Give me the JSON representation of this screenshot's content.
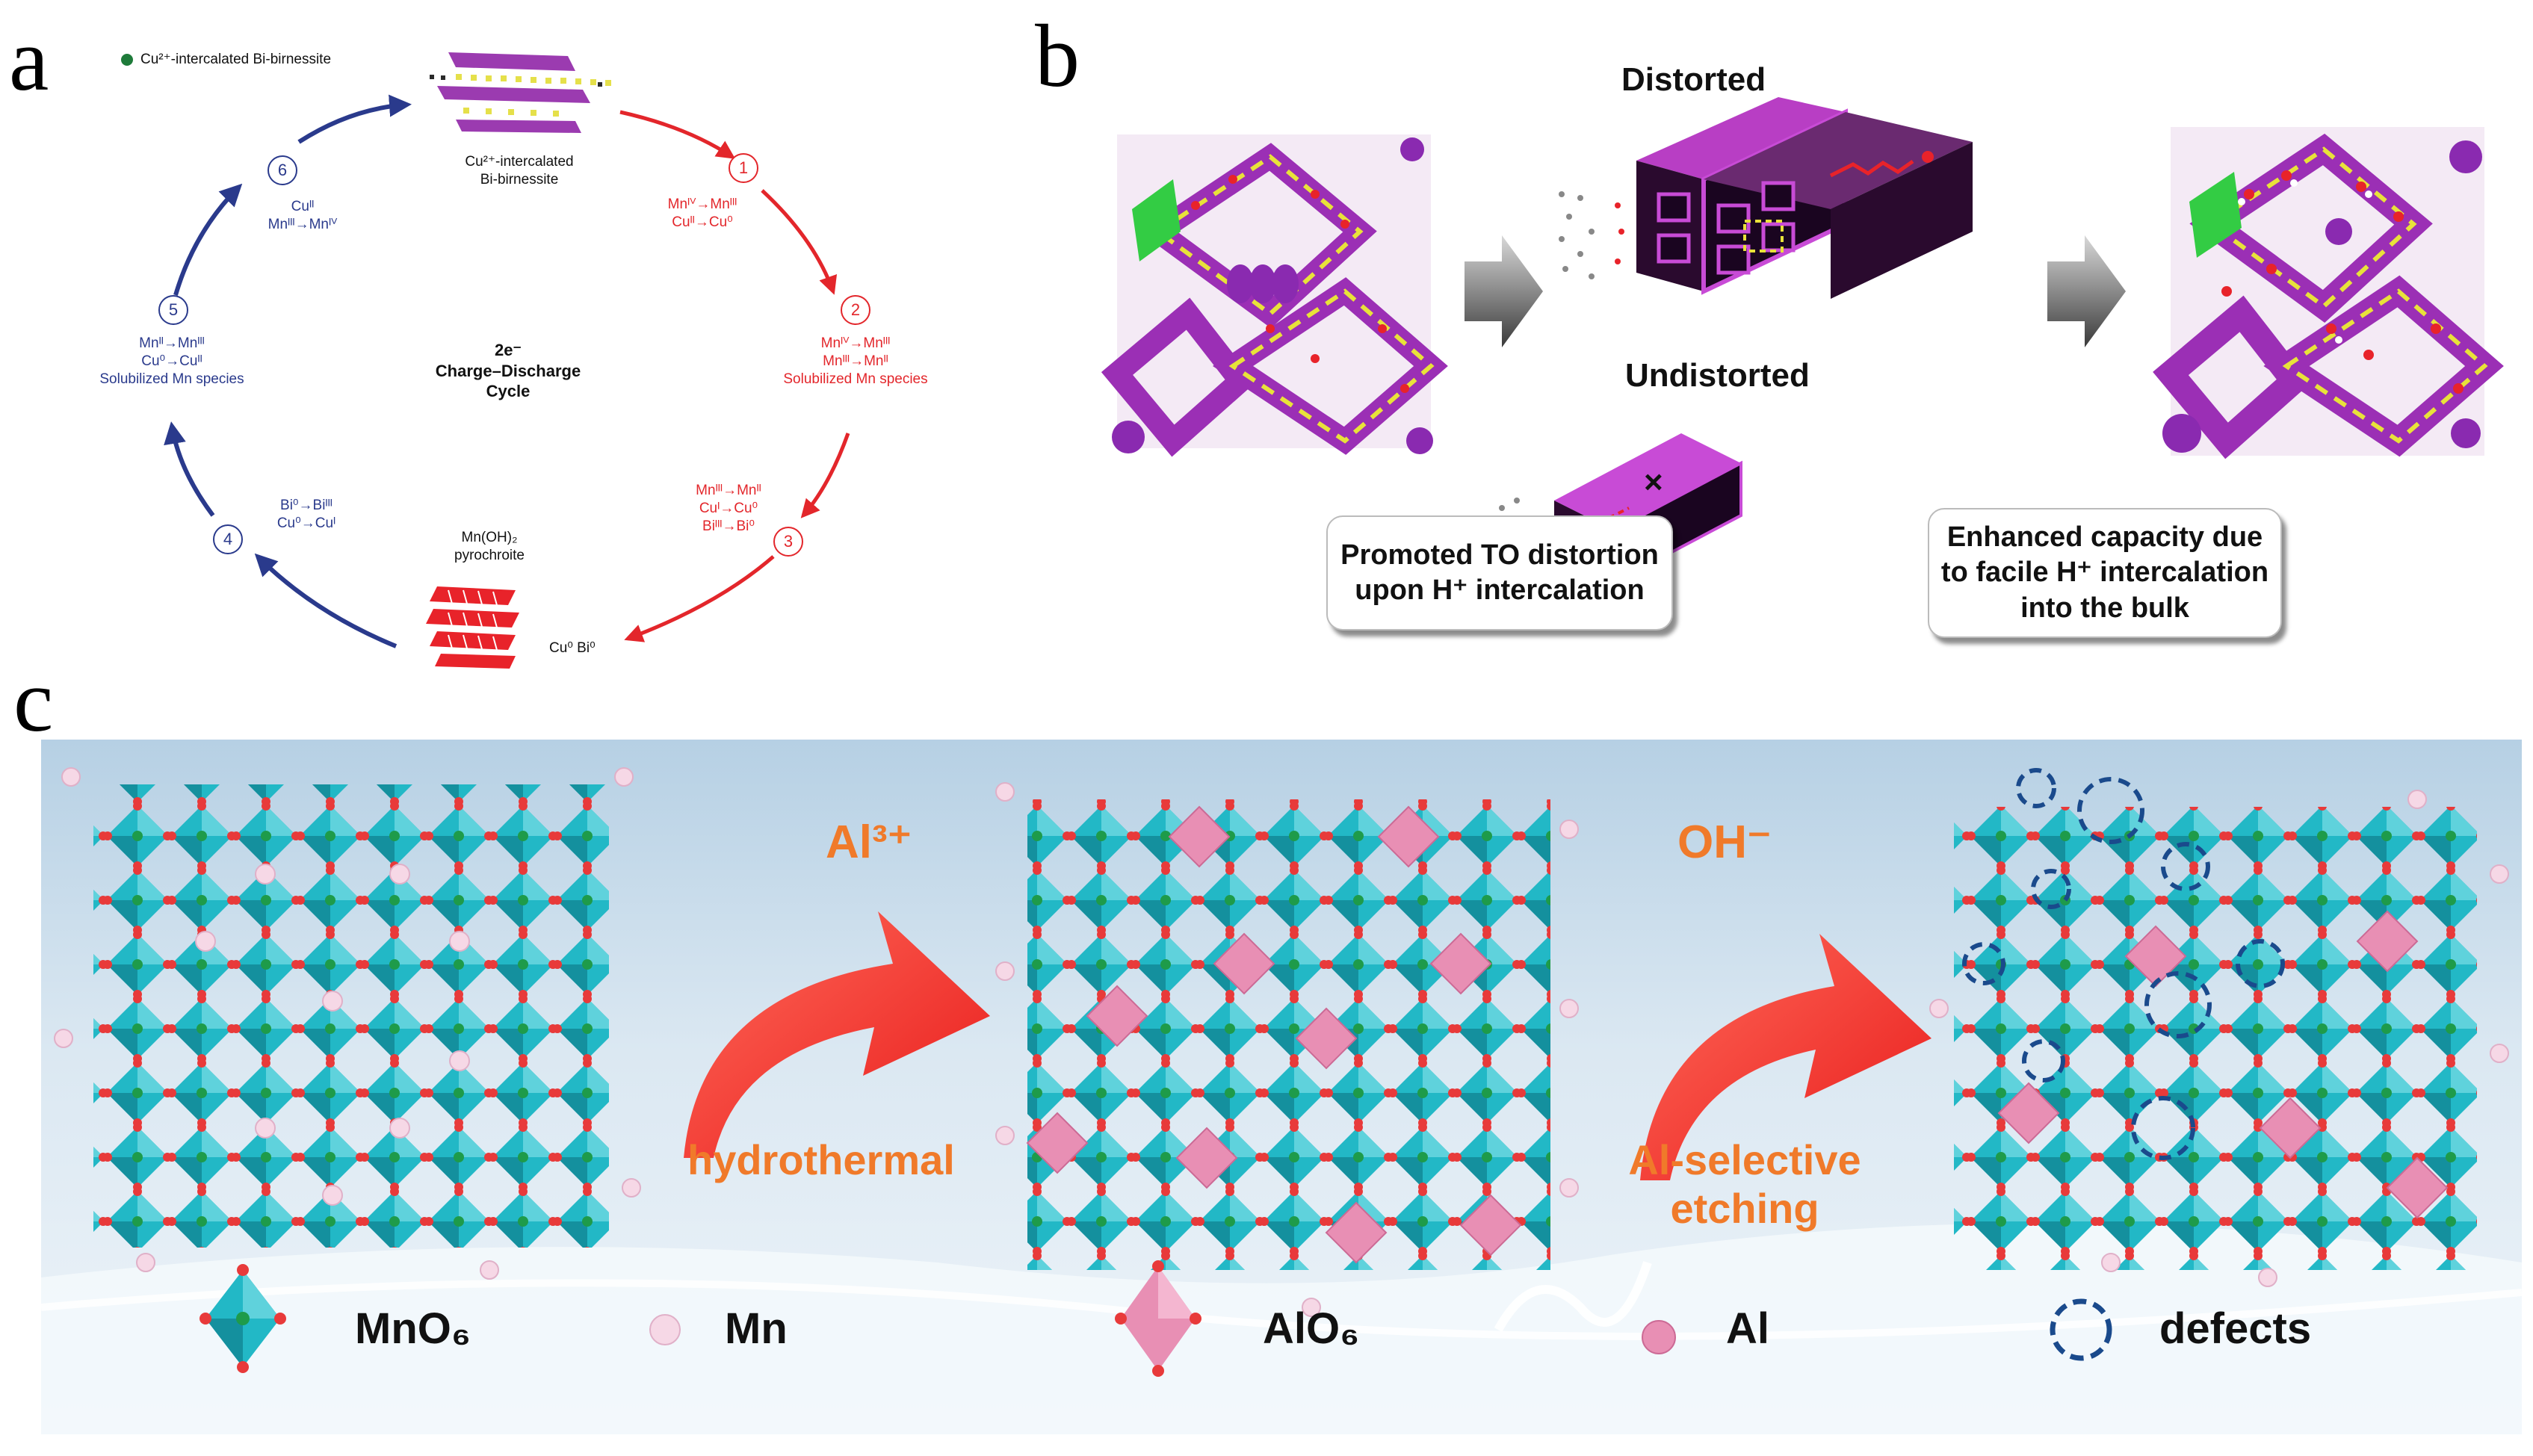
{
  "panels": {
    "a": {
      "letter": "a",
      "legend_text": "Cu²⁺-intercalated Bi-birnessite",
      "top_label": [
        "Cu²⁺-intercalated",
        "Bi-birnessite"
      ],
      "center_label": [
        "2e⁻",
        "Charge–Discharge",
        "Cycle"
      ],
      "bottom_label": "Cu⁰ Bi⁰",
      "pyrochroite_label": [
        "Mn(OH)₂",
        "pyrochroite"
      ],
      "steps": [
        {
          "num": "1",
          "lines": [
            "Mnᴵⱽ→Mnᴵᴵᴵ",
            "Cuᴵᴵ→Cu⁰"
          ]
        },
        {
          "num": "2",
          "lines": [
            "Mnᴵⱽ→Mnᴵᴵᴵ",
            "Mnᴵᴵᴵ→Mnᴵᴵ",
            "Solubilized Mn species"
          ]
        },
        {
          "num": "3",
          "lines": [
            "Mnᴵᴵᴵ→Mnᴵᴵ",
            "Cuᴵ→Cu⁰",
            "Biᴵᴵᴵ→Bi⁰"
          ]
        },
        {
          "num": "4",
          "lines": [
            "Bi⁰→Biᴵᴵᴵ",
            "Cu⁰→Cuᴵ"
          ]
        },
        {
          "num": "5",
          "lines": [
            "Mnᴵᴵ→Mnᴵᴵᴵ",
            "Cu⁰→Cuᴵᴵ",
            "Solubilized Mn species"
          ]
        },
        {
          "num": "6",
          "lines": [
            "Cuᴵᴵ",
            "Mnᴵᴵᴵ→Mnᴵⱽ"
          ]
        }
      ],
      "colors": {
        "discharge": "#e3262b",
        "charge": "#2a3a8c"
      }
    },
    "b": {
      "letter": "b",
      "distorted": "Distorted",
      "undistorted": "Undistorted",
      "callout1": [
        "Promoted TO distortion",
        "upon H⁺ intercalation"
      ],
      "callout2": [
        "Enhanced capacity due",
        "to facile H⁺ intercalation",
        "into the bulk"
      ]
    },
    "c": {
      "letter": "c",
      "step1_top": "Al³⁺",
      "step1_bottom": "hydrothermal",
      "step2_top": "OH⁻",
      "step2_bottom": [
        "Al-selective",
        "etching"
      ],
      "legend": [
        {
          "icon": "mno6-octahedron-icon",
          "label": "MnO₆"
        },
        {
          "icon": "mn-atom-icon",
          "label": "Mn"
        },
        {
          "icon": "alo6-octahedron-icon",
          "label": "AlO₆"
        },
        {
          "icon": "al-atom-icon",
          "label": "Al"
        },
        {
          "icon": "defect-circle-icon",
          "label": "defects"
        }
      ],
      "colors": {
        "mno6": "#1fb5c4",
        "alo6": "#e88fb4",
        "label": "#f07a2a",
        "arrow": "#f02a2a"
      }
    }
  }
}
